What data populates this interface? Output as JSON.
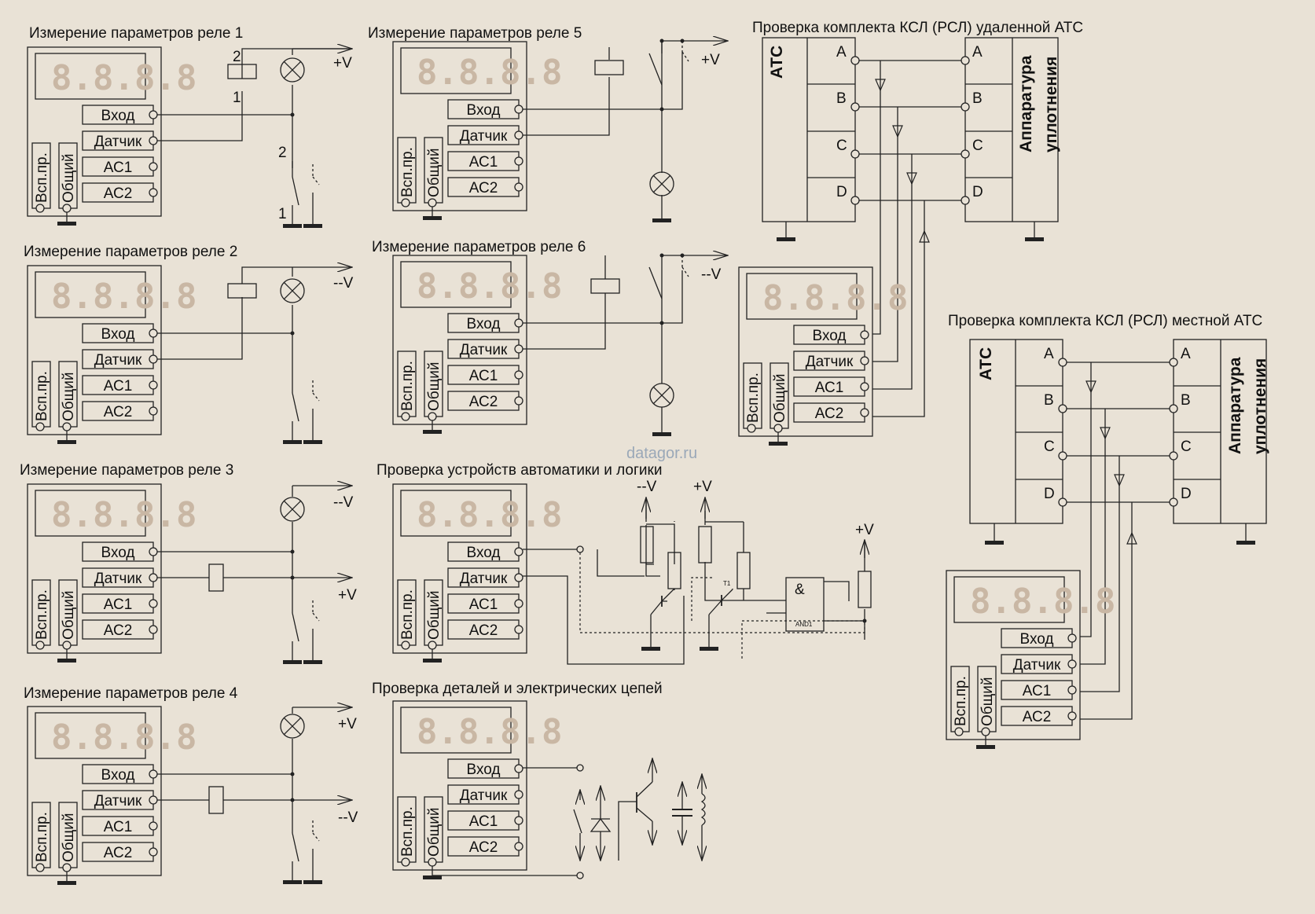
{
  "watermark": "datagor.ru",
  "meter": {
    "display": "8.8.8.8",
    "terminals": [
      "Вход",
      "Датчик",
      "АС1",
      "АС2"
    ],
    "side_labels": [
      "Всп.пр.",
      "Общий"
    ]
  },
  "panels": {
    "relay1": {
      "title": "Измерение параметров реле 1",
      "supply": "+V",
      "pin_labels": [
        "2",
        "1",
        "2",
        "1"
      ]
    },
    "relay2": {
      "title": "Измерение параметров реле 2",
      "supply": "--V"
    },
    "relay3": {
      "title": "Измерение параметров реле 3",
      "supply_top": "--V",
      "supply_mid": "+V"
    },
    "relay4": {
      "title": "Измерение параметров реле 4",
      "supply_top": "+V",
      "supply_mid": "--V"
    },
    "relay5": {
      "title": "Измерение параметров реле 5",
      "supply": "+V"
    },
    "relay6": {
      "title": "Измерение параметров реле 6",
      "supply": "--V"
    },
    "logic": {
      "title": "Проверка устройств автоматики и логики",
      "v1": "--V",
      "v2": "+V",
      "v3": "+V",
      "gate_symbol": "&",
      "gate_name": "AND1",
      "transistor_label": "T1"
    },
    "parts": {
      "title": "Проверка деталей и электрических цепей"
    },
    "remote_ats": {
      "title": "Проверка комплекта КСЛ (РСЛ) удаленной АТС",
      "left_block": "АТС",
      "right_block_line1": "Аппаратура",
      "right_block_line2": "уплотнения",
      "lines": [
        "A",
        "B",
        "C",
        "D"
      ]
    },
    "local_ats": {
      "title": "Проверка комплекта КСЛ (РСЛ) местной АТС",
      "left_block": "АТС",
      "right_block_line1": "Аппаратура",
      "right_block_line2": "уплотнения",
      "lines": [
        "A",
        "B",
        "C",
        "D"
      ]
    }
  }
}
